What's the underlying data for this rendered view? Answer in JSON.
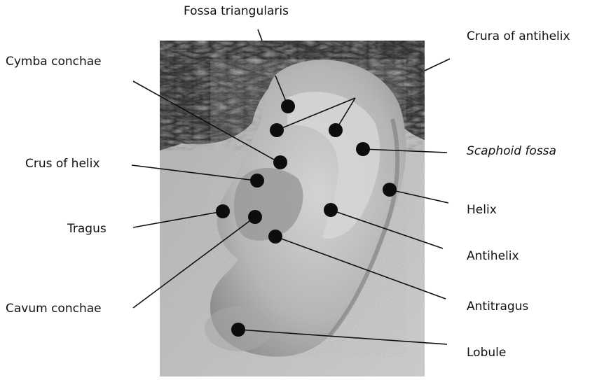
{
  "figure": {
    "labels": {
      "fossa_triangularis": "Fossa triangularis",
      "crura_of_antihelix": "Crura of antihelix",
      "cymba_conchae": "Cymba conchae",
      "crus_of_helix": "Crus of helix",
      "scaphoid_fossa": "Scaphoid fossa",
      "helix": "Helix",
      "tragus": "Tragus",
      "antihelix": "Antihelix",
      "cavum_conchae": "Cavum conchae",
      "antitragus": "Antitragus",
      "lobule": "Lobule"
    },
    "colors": {
      "marker": "#0d0d0d",
      "leader_line": "#111111",
      "hair": "#2a2a2a",
      "skin": "#c9c9c9",
      "background": "#ffffff"
    }
  }
}
